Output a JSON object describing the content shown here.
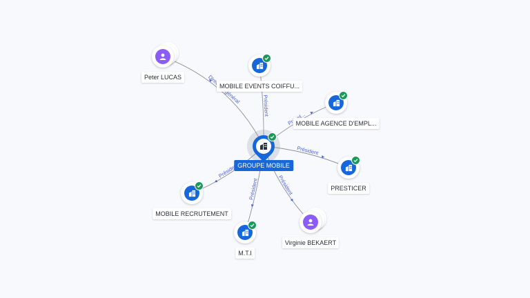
{
  "center": {
    "label": "GROUPE MOBILE",
    "icon": "building-icon",
    "verified": true
  },
  "nodes": [
    {
      "id": "peter-lucas",
      "label": "Peter LUCAS",
      "kind": "person",
      "icon": "person-icon",
      "verified": false,
      "stacked": true
    },
    {
      "id": "mobile-events",
      "label": "MOBILE EVENTS COIFFU...",
      "kind": "company",
      "icon": "building-icon",
      "verified": true
    },
    {
      "id": "mobile-agence",
      "label": "MOBILE AGENCE D'EMPL...",
      "kind": "company",
      "icon": "building-icon",
      "verified": true
    },
    {
      "id": "presticer",
      "label": "PRESTICER",
      "kind": "company",
      "icon": "building-icon",
      "verified": true
    },
    {
      "id": "virginie-bekaert",
      "label": "Virginie BEKAERT",
      "kind": "person",
      "icon": "person-icon",
      "verified": false,
      "stacked": true
    },
    {
      "id": "mti",
      "label": "M.T.I",
      "kind": "company",
      "icon": "building-icon",
      "verified": true
    },
    {
      "id": "mobile-recrutement",
      "label": "MOBILE RECRUTEMENT",
      "kind": "company",
      "icon": "building-icon",
      "verified": true
    }
  ],
  "edges": [
    {
      "target": "peter-lucas",
      "label": "Directeur général"
    },
    {
      "target": "mobile-events",
      "label": "Président"
    },
    {
      "target": "mobile-agence",
      "label": "Présid..."
    },
    {
      "target": "presticer",
      "label": "Président"
    },
    {
      "target": "virginie-bekaert",
      "label": "Président"
    },
    {
      "target": "mti",
      "label": "Président"
    },
    {
      "target": "mobile-recrutement",
      "label": "Président"
    }
  ],
  "colors": {
    "company": "#1667d9",
    "person": "#8b5cf6",
    "verified": "#1a9a5a",
    "edge": "#8a8f99",
    "edge_label": "#4f63d6"
  }
}
